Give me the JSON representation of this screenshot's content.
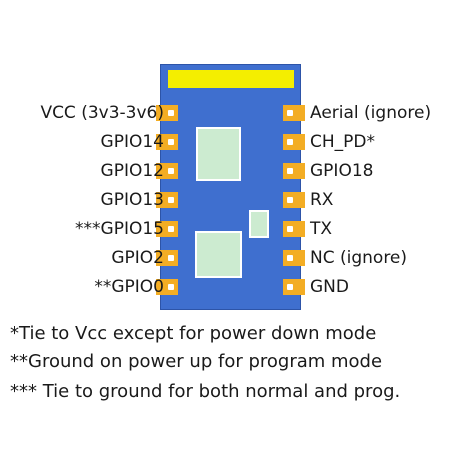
{
  "module": {
    "left_pins": [
      "VCC (3v3-3v6)",
      "GPIO14",
      "GPIO12",
      "GPIO13",
      "***GPIO15",
      "GPIO2",
      "**GPIO0"
    ],
    "right_pins": [
      "Aerial (ignore)",
      "CH_PD*",
      "GPIO18",
      "RX",
      "TX",
      "NC (ignore)",
      "GND"
    ]
  },
  "notes": [
    "*Tie to Vcc except for power down mode",
    "**Ground on power up for program mode",
    "*** Tie to ground for both normal and prog."
  ],
  "colors": {
    "board": "#3f6fcf",
    "antenna": "#f4ee00",
    "pad": "#f3ad24",
    "chip": "#ccebd0"
  }
}
